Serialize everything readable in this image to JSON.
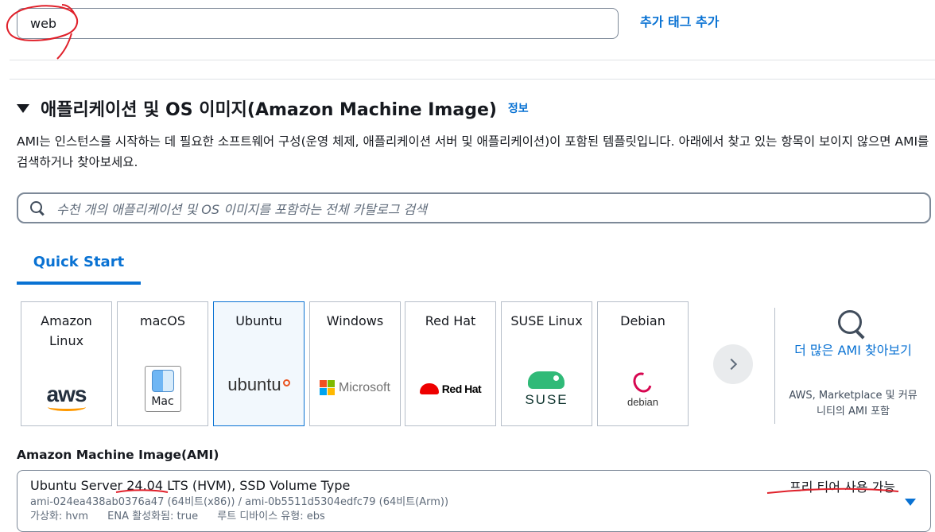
{
  "tags": {
    "value_input": "web",
    "add_tag_link": "추가 태그 추가"
  },
  "section": {
    "title": "애플리케이션 및 OS 이미지(Amazon Machine Image)",
    "info_link": "정보",
    "description": "AMI는 인스턴스를 시작하는 데 필요한 소프트웨어 구성(운영 체제, 애플리케이션 서버 및 애플리케이션)이 포함된 템플릿입니다. 아래에서 찾고 있는 항목이 보이지 않으면 AMI를 검색하거나 찾아보세요."
  },
  "search": {
    "placeholder": "수천 개의 애플리케이션 및 OS 이미지를 포함하는 전체 카탈로그 검색"
  },
  "tabs": [
    {
      "label": "Quick Start"
    }
  ],
  "os_cards": [
    {
      "label": "Amazon Linux",
      "logo_text": "aws"
    },
    {
      "label": "macOS",
      "logo_text": "Mac"
    },
    {
      "label": "Ubuntu",
      "logo_text": "ubuntu",
      "selected": true
    },
    {
      "label": "Windows",
      "logo_text": "Microsoft"
    },
    {
      "label": "Red Hat",
      "logo_text": "Red Hat"
    },
    {
      "label": "SUSE Linux",
      "logo_text": "SUSE"
    },
    {
      "label": "Debian",
      "logo_text": "debian"
    }
  ],
  "more": {
    "link": "더 많은 AMI 찾아보기",
    "sub": "AWS, Marketplace 및 커뮤니티의 AMI 포함"
  },
  "ami": {
    "heading": "Amazon Machine Image(AMI)",
    "name": "Ubuntu Server 24.04 LTS (HVM), SSD Volume Type",
    "ids": "ami-024ea438ab0376a47 (64비트(x86)) / ami-0b5511d5304edfc79 (64비트(Arm))",
    "virtualization": "가상화: hvm",
    "ena": "ENA 활성화됨: true",
    "root_device": "루트 디바이스 유형: ebs",
    "free_tier": "프리 티어 사용 가능"
  },
  "colors": {
    "link_blue": "#0972d3",
    "annotation_red": "#e0202a"
  }
}
